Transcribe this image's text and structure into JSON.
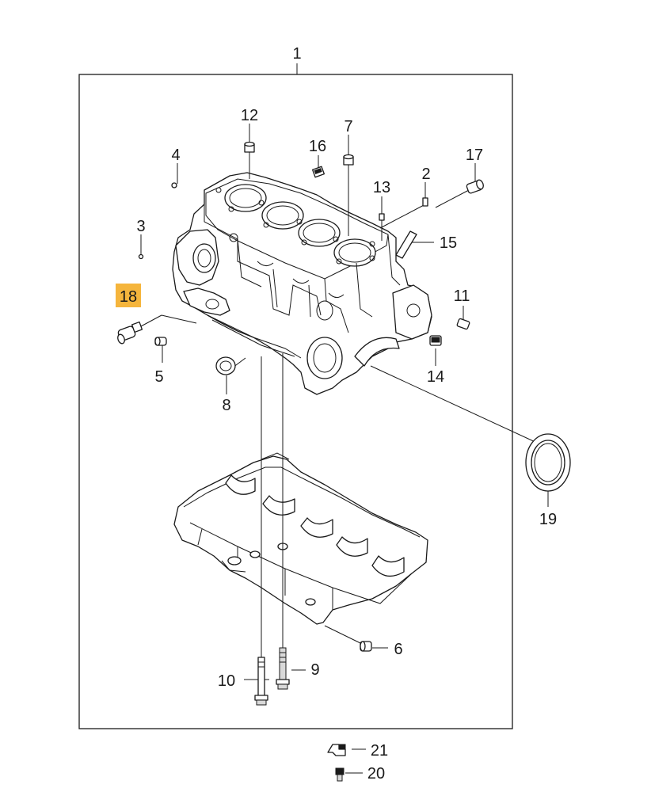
{
  "diagram": {
    "highlight_color": "#f5b53c",
    "callouts": [
      {
        "id": "c1",
        "text": "1"
      },
      {
        "id": "c2",
        "text": "2"
      },
      {
        "id": "c3",
        "text": "3"
      },
      {
        "id": "c4",
        "text": "4"
      },
      {
        "id": "c5",
        "text": "5"
      },
      {
        "id": "c6",
        "text": "6"
      },
      {
        "id": "c7",
        "text": "7"
      },
      {
        "id": "c8",
        "text": "8"
      },
      {
        "id": "c9",
        "text": "9"
      },
      {
        "id": "c10",
        "text": "10"
      },
      {
        "id": "c11",
        "text": "11"
      },
      {
        "id": "c12",
        "text": "12"
      },
      {
        "id": "c13",
        "text": "13"
      },
      {
        "id": "c14",
        "text": "14"
      },
      {
        "id": "c15",
        "text": "15"
      },
      {
        "id": "c16",
        "text": "16"
      },
      {
        "id": "c17",
        "text": "17"
      },
      {
        "id": "c18",
        "text": "18",
        "highlighted": true
      },
      {
        "id": "c19",
        "text": "19"
      },
      {
        "id": "c20",
        "text": "20"
      },
      {
        "id": "c21",
        "text": "21"
      }
    ]
  }
}
